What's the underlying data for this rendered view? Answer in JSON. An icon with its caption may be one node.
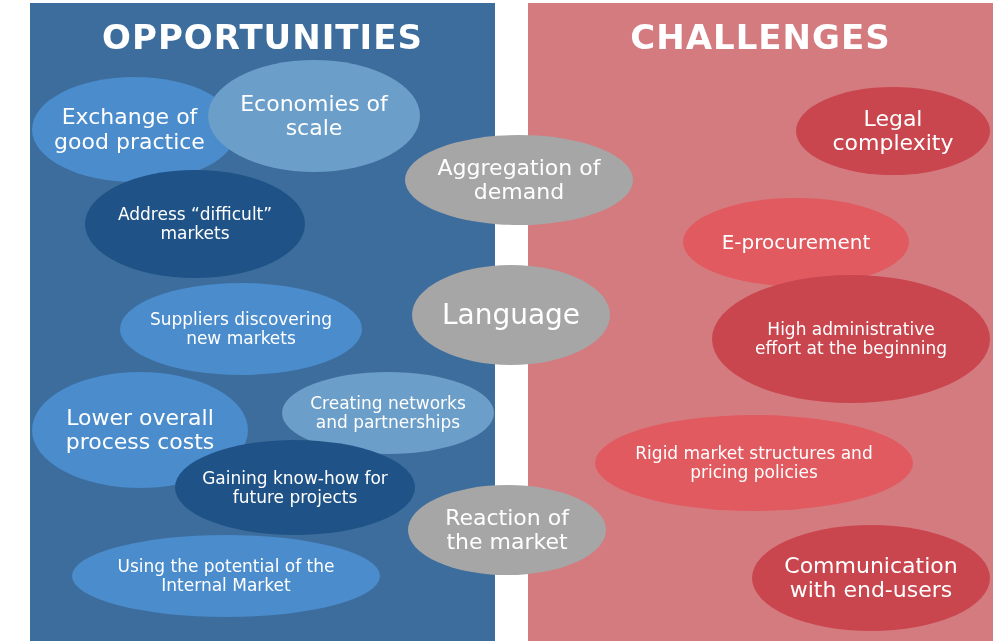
{
  "diagram": {
    "nodes": [
      {
        "text": [
          "OPPORTUNITIES"
        ]
      },
      {
        "text": [
          "Exchange of good practice"
        ],
        "in": 0
      },
      {
        "text": [
          "Economies of scale"
        ],
        "in": 0
      },
      {
        "text": [
          "Address “difficult” markets"
        ],
        "in": 0
      },
      {
        "text": [
          "Suppliers discovering new markets"
        ],
        "in": 0
      },
      {
        "text": [
          "Lower overall process costs"
        ],
        "in": 0
      },
      {
        "text": [
          "Creating networks and partnerships"
        ],
        "in": 0
      },
      {
        "text": [
          "Gaining know-how for future projects"
        ],
        "in": 0
      },
      {
        "text": [
          "Using the potential of the Internal Market"
        ],
        "in": 0
      },
      {
        "text": [
          "Aggregation of demand"
        ]
      },
      {
        "text": [
          "Language"
        ]
      },
      {
        "text": [
          "Reaction of the market"
        ]
      },
      {
        "text": [
          "CHALLENGES"
        ]
      },
      {
        "text": [
          "Legal complexity"
        ],
        "in": 12
      },
      {
        "text": [
          "E-procurement"
        ],
        "in": 12
      },
      {
        "text": [
          "High administrative effort at the beginning"
        ],
        "in": 12
      },
      {
        "text": [
          "Rigid market structures and pricing policies"
        ],
        "in": 12
      },
      {
        "text": [
          "Communication with end-users"
        ],
        "in": 12
      }
    ]
  }
}
